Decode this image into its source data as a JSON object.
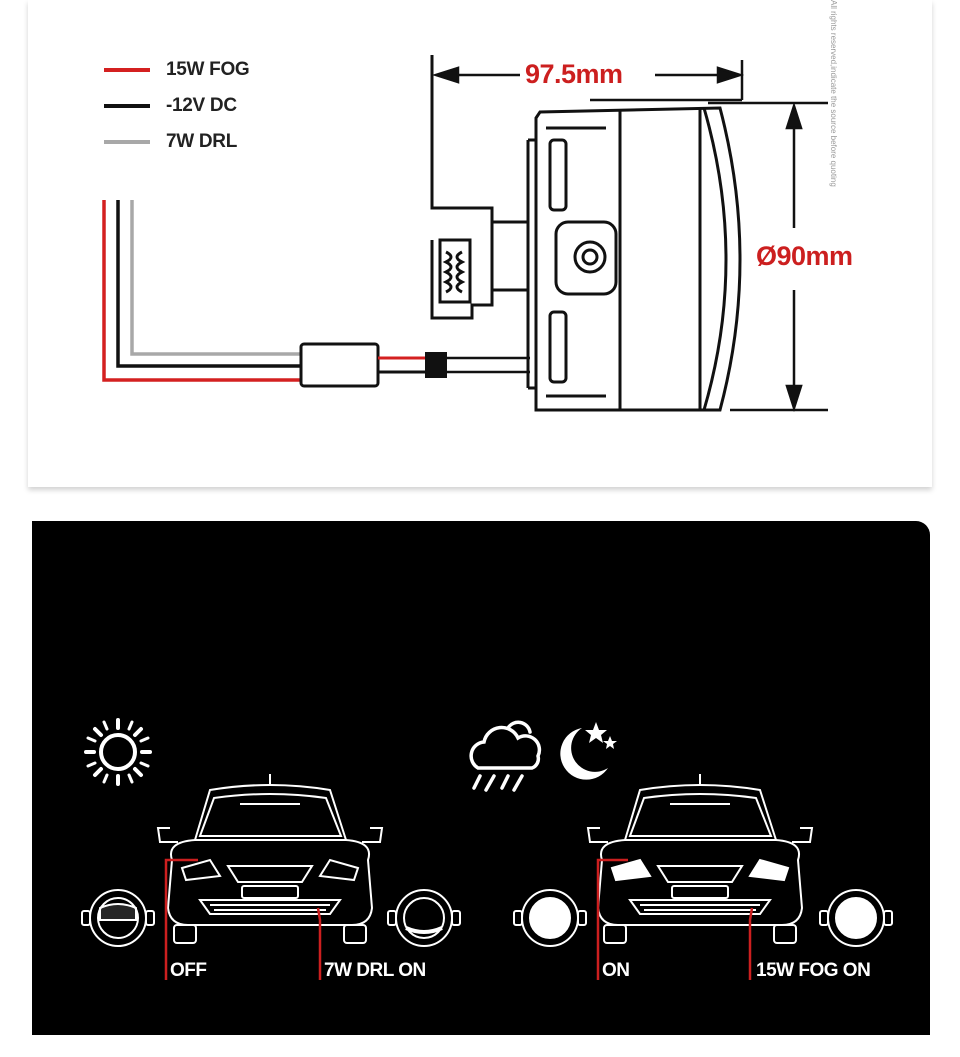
{
  "legend": [
    {
      "label": "15W FOG",
      "color": "#d42020"
    },
    {
      "label": "-12V DC",
      "color": "#111111"
    },
    {
      "label": "7W DRL",
      "color": "#a8a8a8"
    }
  ],
  "dimensions": {
    "depth": "97.5mm",
    "diameter": "Ø90mm"
  },
  "watermark": "All rights reserved,indicate the source before quoting",
  "modes": {
    "day_icon": "sun-icon",
    "night_icons": [
      "cloud-rain-icon",
      "moon-stars-icon"
    ],
    "states": [
      "OFF",
      "7W DRL ON",
      "ON",
      "15W FOG ON"
    ]
  },
  "colors": {
    "accent_red": "#cc1f1f",
    "panel_dark": "#000000"
  }
}
